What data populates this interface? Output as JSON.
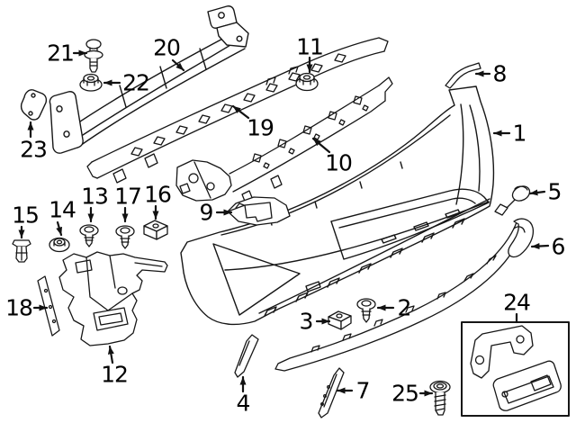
{
  "diagram": {
    "type": "exploded-parts-diagram",
    "background_color": "#ffffff",
    "line_color": "#161616",
    "callouts": [
      {
        "number": "1",
        "part": "bumper-cover"
      },
      {
        "number": "2",
        "part": "screw"
      },
      {
        "number": "3",
        "part": "clip-nut"
      },
      {
        "number": "4",
        "part": "trim-strip-left"
      },
      {
        "number": "5",
        "part": "tow-hook-cover"
      },
      {
        "number": "6",
        "part": "lower-trim"
      },
      {
        "number": "7",
        "part": "trim-strip-right"
      },
      {
        "number": "8",
        "part": "retainer-clip"
      },
      {
        "number": "9",
        "part": "guide-bracket"
      },
      {
        "number": "10",
        "part": "mounting-rail"
      },
      {
        "number": "11",
        "part": "flange-nut"
      },
      {
        "number": "12",
        "part": "side-bracket"
      },
      {
        "number": "13",
        "part": "screw"
      },
      {
        "number": "14",
        "part": "grommet-nut"
      },
      {
        "number": "15",
        "part": "expansion-rivet"
      },
      {
        "number": "16",
        "part": "clip-nut"
      },
      {
        "number": "17",
        "part": "screw"
      },
      {
        "number": "18",
        "part": "side-strip"
      },
      {
        "number": "19",
        "part": "energy-absorber"
      },
      {
        "number": "20",
        "part": "impact-bar"
      },
      {
        "number": "21",
        "part": "expansion-rivet"
      },
      {
        "number": "22",
        "part": "flange-nut"
      },
      {
        "number": "23",
        "part": "spacer-plate"
      },
      {
        "number": "24",
        "part": "license-bracket-kit"
      },
      {
        "number": "25",
        "part": "screw"
      }
    ]
  }
}
